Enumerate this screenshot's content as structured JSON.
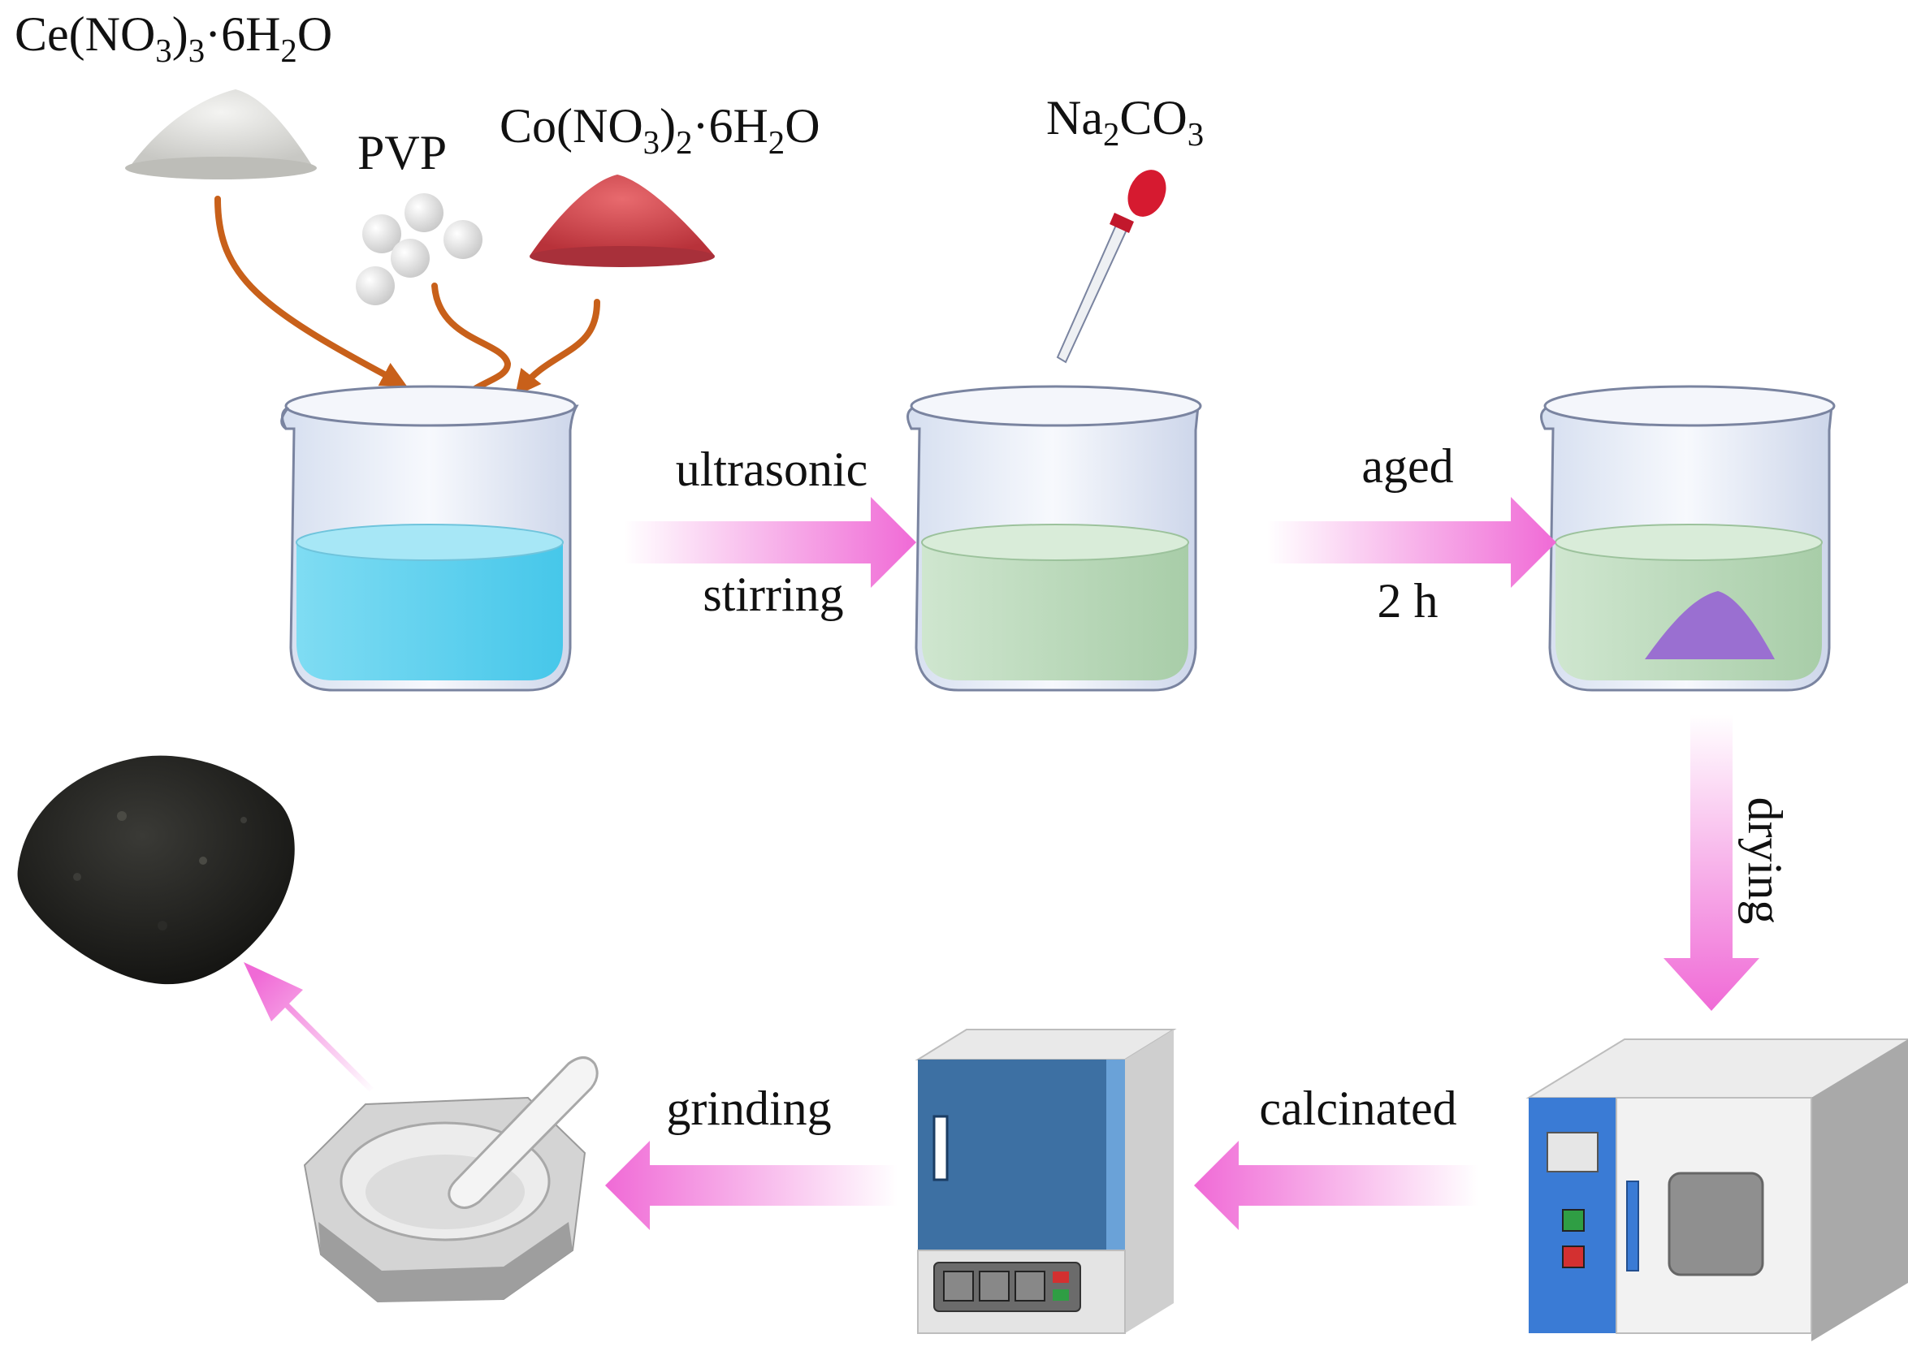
{
  "reagents": {
    "ce_nitrate": {
      "formula": "Ce(NO3)3·6H2O",
      "parts": [
        "Ce(NO",
        "3",
        ")",
        "3",
        "·6H",
        "2",
        "O"
      ]
    },
    "pvp": {
      "label": "PVP"
    },
    "co_nitrate": {
      "formula": "Co(NO3)2·6H2O",
      "parts": [
        "Co(NO",
        "3",
        ")",
        "2",
        "·6H",
        "2",
        "O"
      ]
    },
    "sodium_carbonate": {
      "formula": "Na2CO3",
      "parts": [
        "Na",
        "2",
        "CO",
        "3"
      ]
    }
  },
  "steps": {
    "step1_top": "ultrasonic",
    "step1_bottom": "stirring",
    "step2_top": "aged",
    "step2_bottom": "2 h",
    "step3": "drying",
    "step4": "calcinated",
    "step5": "grinding"
  },
  "colors": {
    "arrow_pink": "#f06ad6",
    "reagent_arrow": "#c8601a",
    "blue_solution": "#5fd3ee",
    "green_solution": "#b8d8b8",
    "purple_precipitate": "#9a6fd1",
    "red_powder": "#d9444a",
    "black_product": "#1d1d1b",
    "furnace_blue": "#3d70a3",
    "oven_blue": "#3a7bd5"
  }
}
